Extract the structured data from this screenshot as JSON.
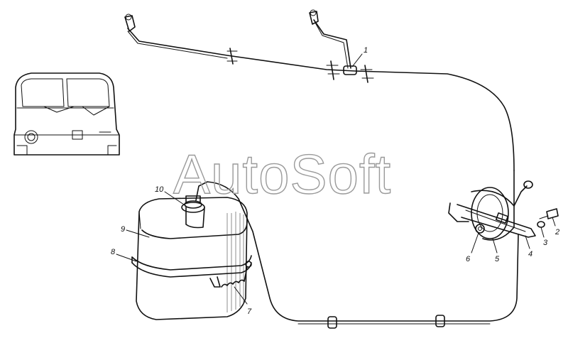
{
  "watermark": "AutoSoft",
  "callouts": [
    {
      "id": "callout-1",
      "label": "1"
    },
    {
      "id": "callout-2",
      "label": "2"
    },
    {
      "id": "callout-3",
      "label": "3"
    },
    {
      "id": "callout-4",
      "label": "4"
    },
    {
      "id": "callout-5",
      "label": "5"
    },
    {
      "id": "callout-6",
      "label": "6"
    },
    {
      "id": "callout-7",
      "label": "7"
    },
    {
      "id": "callout-8",
      "label": "8"
    },
    {
      "id": "callout-9",
      "label": "9"
    },
    {
      "id": "callout-10",
      "label": "10"
    }
  ],
  "colors": {
    "ink": "#111111",
    "watermark": "#9a9a9a",
    "background": "#ffffff"
  }
}
